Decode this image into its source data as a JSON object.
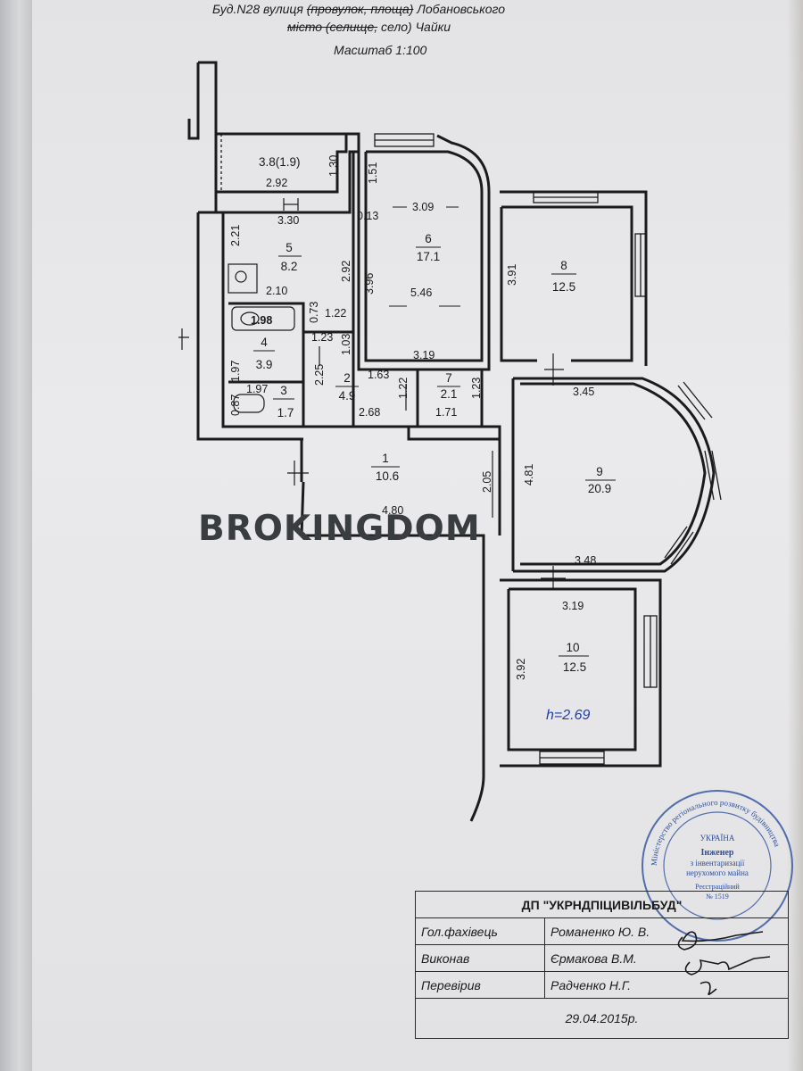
{
  "header": {
    "line1_prefix": "Буд.N28 вулиця ",
    "line1_strike": "(провулок, площа)",
    "line1_suffix": " Лобановського",
    "line2_strike": "місто (селище,",
    "line2_suffix": " село) Чайки",
    "scale": "Масштаб 1:100"
  },
  "rooms": [
    {
      "num": "1",
      "area": "10.6"
    },
    {
      "num": "2",
      "area": "4.9"
    },
    {
      "num": "3",
      "area": "1.7"
    },
    {
      "num": "4",
      "area": "3.9"
    },
    {
      "num": "5",
      "area": "8.2"
    },
    {
      "num": "6",
      "area": "17.1"
    },
    {
      "num": "7",
      "area": "2.1"
    },
    {
      "num": "8",
      "area": "12.5"
    },
    {
      "num": "9",
      "area": "20.9"
    },
    {
      "num": "10",
      "area": "12.5"
    }
  ],
  "balcony_label": "3.8(1.9)",
  "dimensions": [
    "1.30",
    "2.92",
    "3.30",
    "1.51",
    "0.13",
    "3.09",
    "3.96",
    "5.46",
    "3.19",
    "3.91",
    "2.21",
    "2.92",
    "2.10",
    "0.73",
    "1.22",
    "1.98",
    "1.23",
    "1.03",
    "1.97",
    "2.25",
    "1.63",
    "1.22",
    "1.23",
    "0.87",
    "1.97",
    "2.68",
    "1.71",
    "3.45",
    "4.81",
    "2.05",
    "4.80",
    "3.48",
    "3.19",
    "3.92"
  ],
  "ceiling_height": "h=2.69",
  "watermark": "BROKINGDOM",
  "stamp": {
    "top_text": "Міністерство регіонального розвитку будівництва",
    "country": "УКРАЇНА",
    "line1": "Інженер",
    "line2": "з інвентаризації",
    "line3": "нерухомого майна",
    "line4": "Реєстраційний",
    "line5": "№ 1519"
  },
  "title_block": {
    "org": "ДП \"УКРНДПІЦИВІЛЬБУД\"",
    "rows": [
      {
        "role": "Гол.фахівець",
        "name": "Романенко Ю. В."
      },
      {
        "role": "Виконав",
        "name": "Єрмакова В.М."
      },
      {
        "role": "Перевірив",
        "name": "Радченко Н.Г."
      }
    ],
    "date": "29.04.2015р."
  },
  "colors": {
    "ink": "#1b1b1b",
    "paper": "#e6e6e8",
    "stamp": "#2c4f9e",
    "height_label": "#1e3fa8"
  }
}
